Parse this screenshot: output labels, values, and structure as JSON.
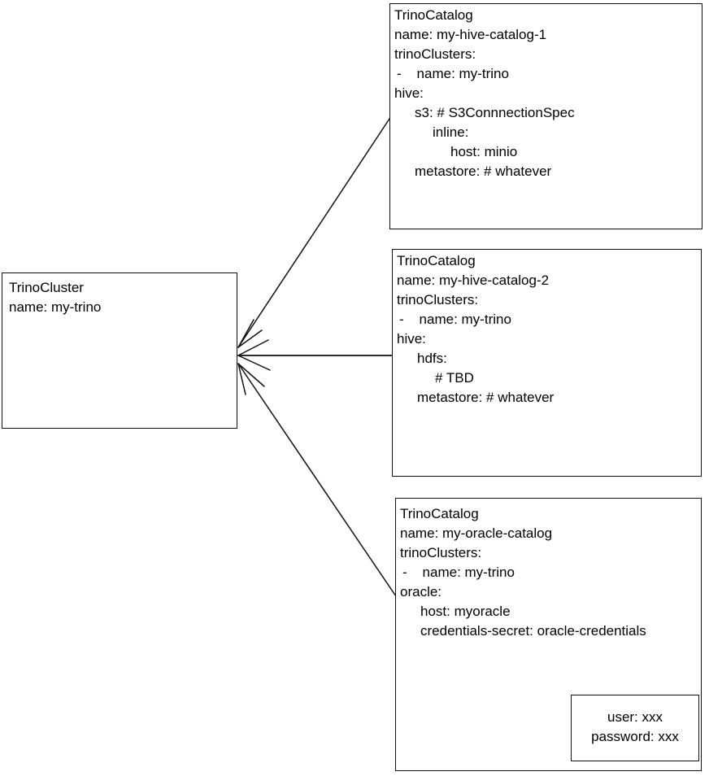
{
  "diagram": {
    "title": "TrinoCluster and TrinoCatalog relationship diagram",
    "stroke_color": "#111111",
    "background_color": "#ffffff"
  },
  "nodes": {
    "cluster": {
      "kind": "TrinoCluster",
      "lines": [
        {
          "text": "TrinoCluster",
          "indent": 0
        },
        {
          "text": "name: my-trino",
          "indent": 0
        }
      ]
    },
    "catalog_1": {
      "kind": "TrinoCatalog",
      "lines": [
        {
          "text": "TrinoCatalog",
          "indent": 0
        },
        {
          "text": "name: my-hive-catalog-1",
          "indent": 0
        },
        {
          "text": "trinoClusters:",
          "indent": 0
        },
        {
          "text": "-    name: my-trino",
          "indent": 3
        },
        {
          "text": "hive:",
          "indent": 0
        },
        {
          "text": "s3: # S3ConnnectionSpec",
          "indent": 25
        },
        {
          "text": "inline:",
          "indent": 47
        },
        {
          "text": "host: minio",
          "indent": 69
        },
        {
          "text": "metastore: # whatever",
          "indent": 25
        }
      ]
    },
    "catalog_2": {
      "kind": "TrinoCatalog",
      "lines": [
        {
          "text": "TrinoCatalog",
          "indent": 0
        },
        {
          "text": "name: my-hive-catalog-2",
          "indent": 0
        },
        {
          "text": "trinoClusters:",
          "indent": 0
        },
        {
          "text": "-    name: my-trino",
          "indent": 3
        },
        {
          "text": "hive:",
          "indent": 0
        },
        {
          "text": "hdfs:",
          "indent": 25
        },
        {
          "text": "# TBD",
          "indent": 47
        },
        {
          "text": "metastore: # whatever",
          "indent": 25
        }
      ]
    },
    "catalog_3": {
      "kind": "TrinoCatalog",
      "lines": [
        {
          "text": "TrinoCatalog",
          "indent": 0
        },
        {
          "text": "name: my-oracle-catalog",
          "indent": 0
        },
        {
          "text": "trinoClusters:",
          "indent": 0
        },
        {
          "text": "-    name: my-trino",
          "indent": 3
        },
        {
          "text": "oracle:",
          "indent": 0
        },
        {
          "text": "host: myoracle",
          "indent": 25
        },
        {
          "text": "credentials-secret: oracle-credentials",
          "indent": 25
        }
      ]
    },
    "secret": {
      "kind": "Secret",
      "lines": [
        {
          "text": "user: xxx",
          "indent": 0
        },
        {
          "text": "password: xxx",
          "indent": 0
        }
      ]
    }
  },
  "edges": [
    {
      "name": "catalog-1-to-cluster",
      "from": "catalog_1",
      "to": "cluster",
      "arrowhead": "open"
    },
    {
      "name": "catalog-2-to-cluster",
      "from": "catalog_2",
      "to": "cluster",
      "arrowhead": "open"
    },
    {
      "name": "catalog-3-to-cluster",
      "from": "catalog_3",
      "to": "cluster",
      "arrowhead": "open"
    },
    {
      "name": "credentials-to-secret",
      "from": "catalog_3",
      "to": "secret",
      "arrowhead": "open"
    }
  ]
}
